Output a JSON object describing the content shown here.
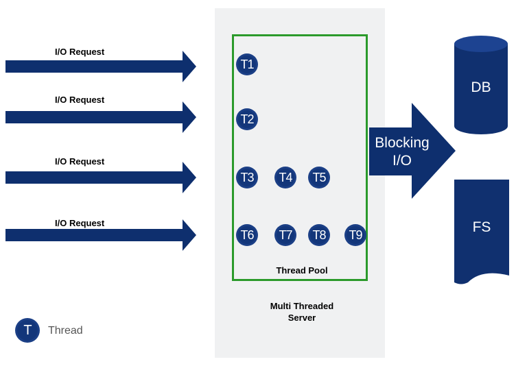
{
  "requests": [
    {
      "label": "I/O Request"
    },
    {
      "label": "I/O Request"
    },
    {
      "label": "I/O Request"
    },
    {
      "label": "I/O Request"
    }
  ],
  "thread_pool": {
    "label": "Thread Pool",
    "threads": [
      "T1",
      "T2",
      "T3",
      "T4",
      "T5",
      "T6",
      "T7",
      "T8",
      "T9"
    ]
  },
  "server": {
    "label_line1": "Multi Threaded",
    "label_line2": "Server"
  },
  "blocking": {
    "line1": "Blocking",
    "line2": "I/O"
  },
  "db": {
    "label": "DB"
  },
  "fs": {
    "label": "FS"
  },
  "legend": {
    "token": "T",
    "label": "Thread"
  },
  "colors": {
    "arrow_navy": "#0e2f6e",
    "thread_navy": "#13367a",
    "pool_border": "#2b9a2b",
    "panel_bg": "#f0f1f2"
  }
}
